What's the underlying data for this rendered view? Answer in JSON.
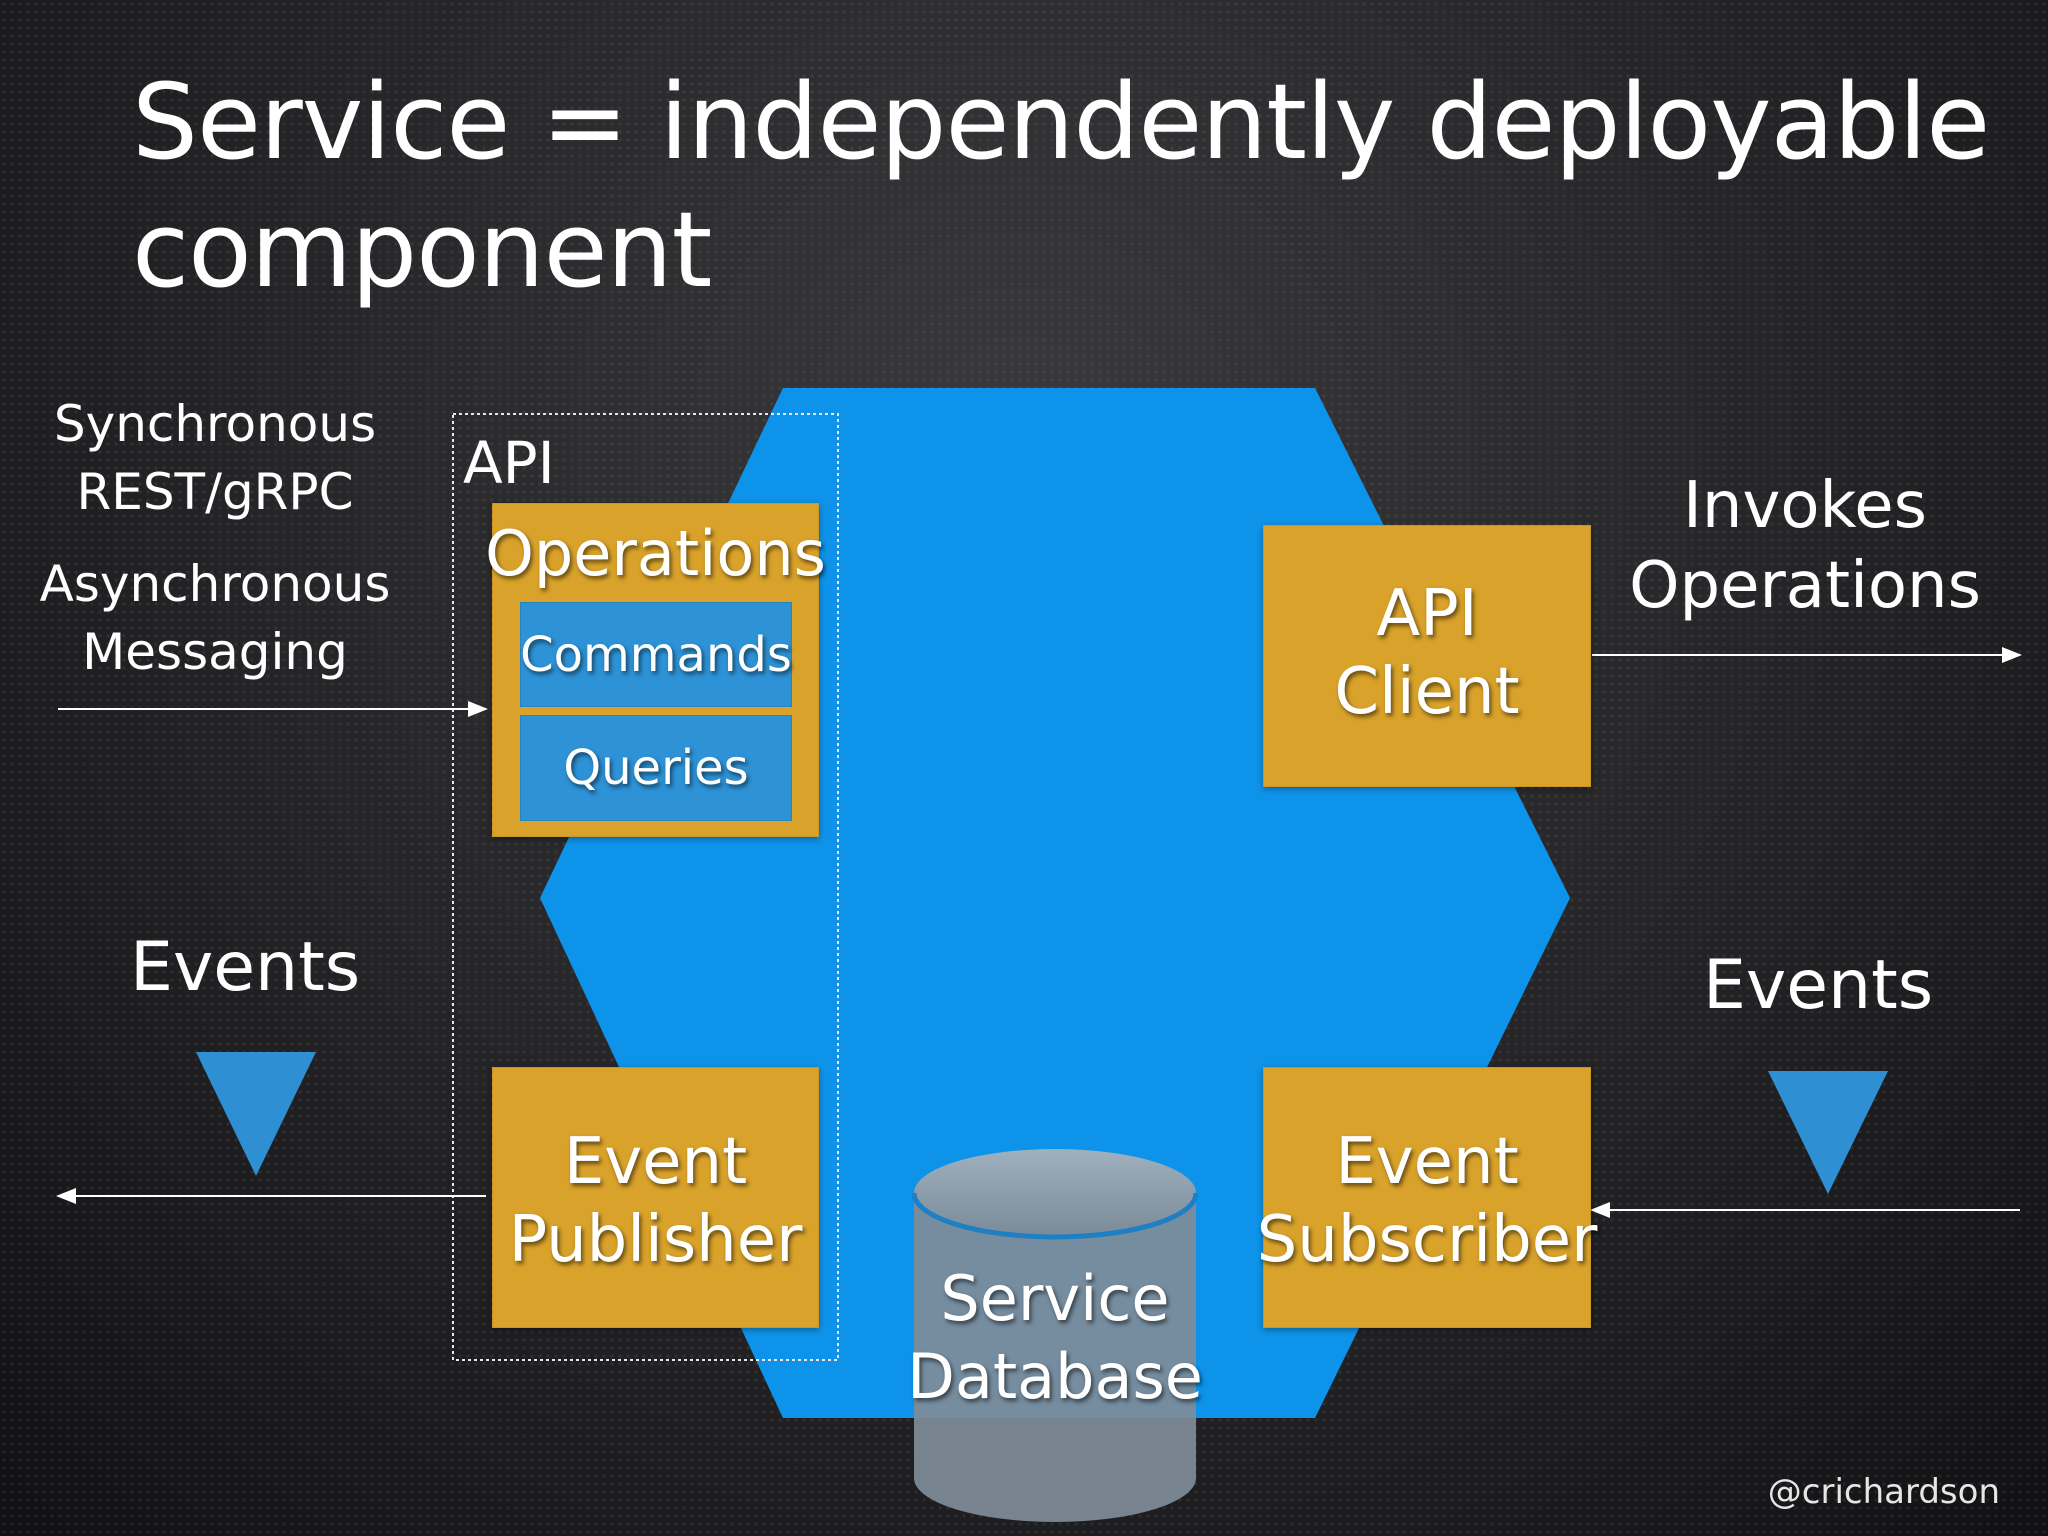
{
  "slide": {
    "title": "Service = independently deployable component",
    "handle": "@crichardson"
  },
  "left": {
    "sync_line1": "Synchronous",
    "sync_line2": "REST/gRPC",
    "async_line1": "Asynchronous",
    "async_line2": "Messaging",
    "events": "Events"
  },
  "right": {
    "invokes_line1": "Invokes",
    "invokes_line2": "Operations",
    "events": "Events"
  },
  "hexagon": {
    "api_label": "API",
    "operations": "Operations",
    "commands": "Commands",
    "queries": "Queries",
    "api_client_line1": "API",
    "api_client_line2": "Client",
    "event_publisher_line1": "Event",
    "event_publisher_line2": "Publisher",
    "event_subscriber_line1": "Event",
    "event_subscriber_line2": "Subscriber",
    "database_line1": "Service",
    "database_line2": "Database"
  },
  "colors": {
    "hexagon": "#0e93ea",
    "box_gold": "#d9a22a",
    "box_blue": "#2d92d6",
    "database": "#7f8c98"
  }
}
